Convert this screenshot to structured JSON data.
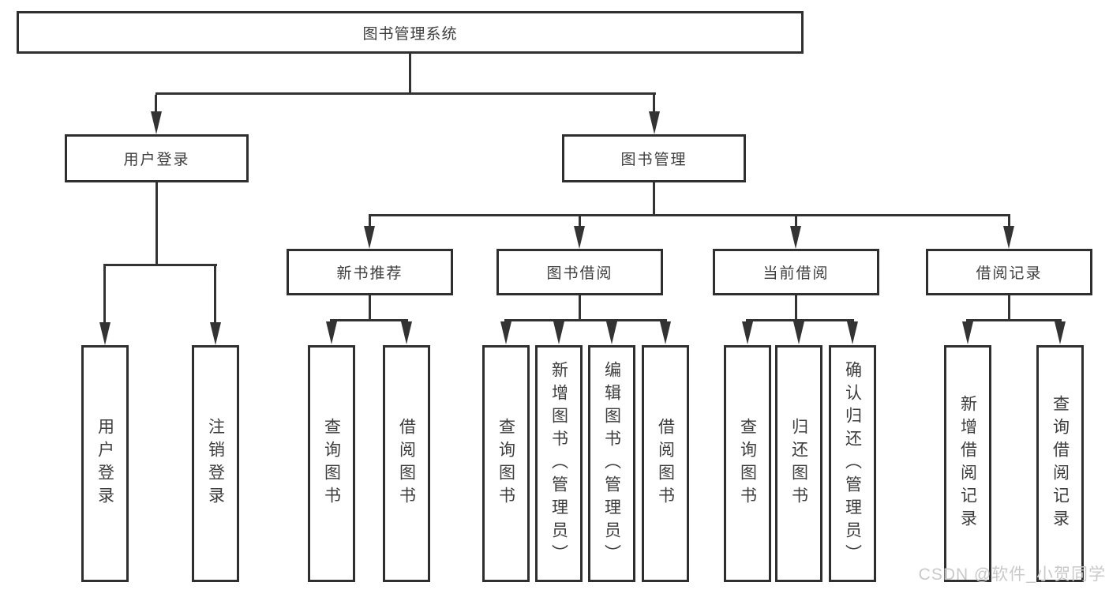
{
  "diagram": {
    "root": {
      "label": "图书管理系统"
    },
    "level2": [
      {
        "label": "用户登录"
      },
      {
        "label": "图书管理"
      }
    ],
    "level3": [
      {
        "label": "新书推荐"
      },
      {
        "label": "图书借阅"
      },
      {
        "label": "当前借阅"
      },
      {
        "label": "借阅记录"
      }
    ],
    "leaves": [
      {
        "label": "用户登录"
      },
      {
        "label": "注销登录"
      },
      {
        "label": "查询图书"
      },
      {
        "label": "借阅图书"
      },
      {
        "label": "查询图书"
      },
      {
        "label": "新增图书（管理员）"
      },
      {
        "label": "编辑图书（管理员）"
      },
      {
        "label": "借阅图书"
      },
      {
        "label": "查询图书"
      },
      {
        "label": "归还图书"
      },
      {
        "label": "确认归还（管理员）"
      },
      {
        "label": "新增借阅记录"
      },
      {
        "label": "查询借阅记录"
      }
    ]
  },
  "watermark": {
    "text": "CSDN @软件_小贺同学"
  },
  "colors": {
    "line": "#333333",
    "box_border": "#2f2f2f",
    "text": "#3d3d3d",
    "background": "#ffffff",
    "watermark": "#c9c9c9"
  }
}
